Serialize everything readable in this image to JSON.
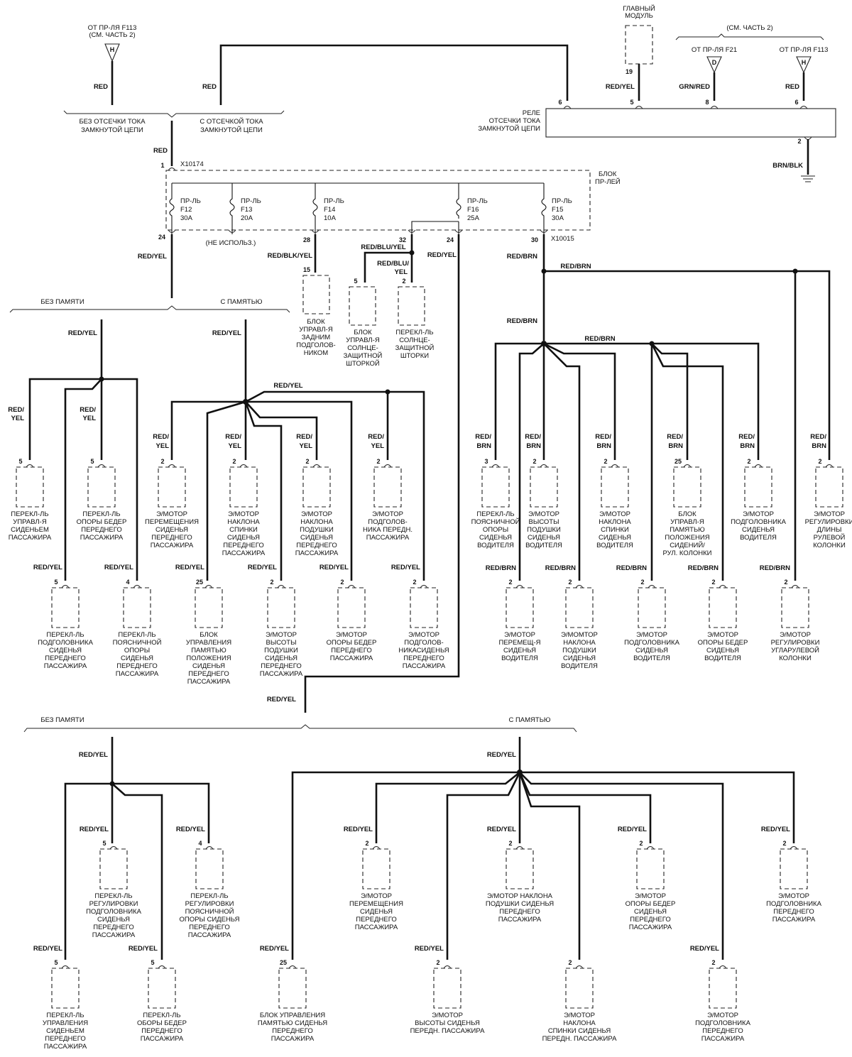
{
  "sources": {
    "left_h": {
      "line1": "ОТ ПР-ЛЯ F113",
      "line2": "(СМ. ЧАСТЬ 2)",
      "letter": "H"
    },
    "right_group_label": "(СМ. ЧАСТЬ 2)",
    "right_d": {
      "line1": "ОТ ПР-ЛЯ F21",
      "letter": "D"
    },
    "right_h": {
      "line1": "ОТ ПР-ЛЯ F113",
      "letter": "H"
    }
  },
  "main_module": {
    "line1": "ГЛАВНЫЙ",
    "line2": "МОДУЛЬ",
    "pin": "19"
  },
  "relay": {
    "line1": "РЕЛЕ",
    "line2": "ОТСЕЧКИ ТОКА",
    "line3": "ЗАМКНУТОЙ ЦЕПИ",
    "pins": [
      "6",
      "5",
      "8",
      "6"
    ],
    "ground_pin": "2",
    "ground_wire": "BRN/BLK"
  },
  "branch_top": {
    "left1": "БЕЗ ОТСЕЧКИ ТОКА",
    "left2": "ЗАМКНУТОЙ ЦЕПИ",
    "right1": "С ОТСЕЧКОЙ ТОКА",
    "right2": "ЗАМКНУТОЙ ЦЕПИ"
  },
  "fuse_block": {
    "title1": "БЛОК",
    "title2": "ПР-ЛЕЙ",
    "connector_in": "X10174",
    "pin_in": "1",
    "connector_out": "X10015",
    "not_used": "(НЕ ИСПОЛЬЗ.)",
    "fuse_prefix": "ПР-ЛЬ",
    "fuses": [
      {
        "name": "F12",
        "amps": "30A",
        "pin": "24"
      },
      {
        "name": "F13",
        "amps": "20A",
        "pin": ""
      },
      {
        "name": "F14",
        "amps": "10A",
        "pin": "28"
      },
      {
        "name": "F16",
        "amps": "25A",
        "pin": "32"
      },
      {
        "name": "F15",
        "amps": "30A",
        "pin": "30"
      }
    ],
    "extra_pin": "24"
  },
  "wires": {
    "red": "RED",
    "red_yel": "RED/YEL",
    "red_blk_yel": "RED/BLK/YEL",
    "red_blu_yel": "RED/BLU/YEL",
    "red_blu_yel_split1": "RED/BLU/",
    "red_blu_yel_split2": "YEL",
    "red_brn": "RED/BRN",
    "red_split": "RED/",
    "yel_split": "YEL",
    "brn_split": "BRN",
    "grn_red": "GRN/RED"
  },
  "groups": {
    "no_memory": "БЕЗ ПАМЯТИ",
    "with_memory": "С ПАМЯТЬЮ"
  },
  "comp": {
    "headrest_ctrl": {
      "pin": "15",
      "lines": [
        "БЛОК",
        "УПРАВЛ-Я",
        "ЗАДНИМ",
        "ПОДГОЛОВ-",
        "НИКОМ"
      ]
    },
    "sunshade_ctrl": {
      "pin": "5",
      "lines": [
        "БЛОК",
        "УПРАВЛ-Я",
        "СОЛНЦЕ-",
        "ЗАЩИТНОЙ",
        "ШТОРКОЙ"
      ]
    },
    "sunshade_sw": {
      "pin": "2",
      "lines": [
        "ПЕРЕКЛ-ЛЬ",
        "СОЛНЦЕ-",
        "ЗАЩИТНОЙ",
        "ШТОРКИ"
      ]
    },
    "a1": {
      "pin": "5",
      "lines": [
        "ПЕРЕКЛ-ЛЬ",
        "УПРАВЛ-Я",
        "СИДЕНЬЕМ",
        "ПАССАЖИРА"
      ]
    },
    "a2": {
      "pin": "5",
      "lines": [
        "ПЕРЕКЛ-ЛЬ",
        "ОПОРЫ БЕДЕР",
        "ПЕРЕДНЕГО",
        "ПАССАЖИРА"
      ]
    },
    "a3": {
      "pin": "5",
      "lines": [
        "ПЕРЕКЛ-ЛЬ",
        "ПОДГОЛОВНИКА",
        "СИДЕНЬЯ",
        "ПЕРЕДНЕГО",
        "ПАССАЖИРА"
      ]
    },
    "a4": {
      "pin": "4",
      "lines": [
        "ПЕРЕКЛ-ЛЬ",
        "ПОЯСНИЧНОЙ",
        "ОПОРЫ",
        "СИДЕНЬЯ",
        "ПЕРЕДНЕГО",
        "ПАССАЖИРА"
      ]
    },
    "b1": {
      "pin": "2",
      "lines": [
        "Э/МОТОР",
        "ПЕРЕМЕЩЕНИЯ",
        "СИДЕНЬЯ",
        "ПЕРЕДНЕГО",
        "ПАССАЖИРА"
      ]
    },
    "b2": {
      "pin": "2",
      "lines": [
        "Э/МОТОР",
        "НАКЛОНА",
        "СПИНКИ",
        "СИДЕНЬЯ",
        "ПЕРЕДНЕГО",
        "ПАССАЖИРА"
      ]
    },
    "b3": {
      "pin": "2",
      "lines": [
        "Э/МОТОР",
        "НАКЛОНА",
        "ПОДУШКИ",
        "СИДЕНЬЯ",
        "ПЕРЕДНЕГО",
        "ПАССАЖИРА"
      ]
    },
    "b4": {
      "pin": "2",
      "lines": [
        "Э/МОТОР",
        "ПОДГОЛОВ-",
        "НИКА ПЕРЕДН.",
        "ПАССАЖИРА"
      ]
    },
    "b5": {
      "pin": "25",
      "lines": [
        "БЛОК",
        "УПРАВЛЕНИЯ",
        "ПАМЯТЬЮ",
        "ПОЛОЖЕНИЯ",
        "СИДЕНЬЯ",
        "ПЕРЕДНЕГО",
        "ПАССАЖИРА"
      ]
    },
    "b6": {
      "pin": "2",
      "lines": [
        "Э/МОТОР",
        "ВЫСОТЫ",
        "ПОДУШКИ",
        "СИДЕНЬЯ",
        "ПЕРЕДНЕГО",
        "ПАССАЖИРА"
      ]
    },
    "b7": {
      "pin": "2",
      "lines": [
        "Э/МОТОР",
        "ОПОРЫ БЕДЕР",
        "ПЕРЕДНЕГО",
        "ПАССАЖИРА"
      ]
    },
    "b8": {
      "pin": "2",
      "lines": [
        "Э/МОТОР",
        "ПОДГОЛОВ-",
        "НИКАСИДЕНЬЯ",
        "ПЕРЕДНЕГО",
        "ПАССАЖИРА"
      ]
    },
    "c1": {
      "pin": "3",
      "lines": [
        "ПЕРЕКЛ-ЛЬ",
        "ПОЯСНИЧНОЙ",
        "ОПОРЫ",
        "СИДЕНЬЯ",
        "ВОДИТЕЛЯ"
      ]
    },
    "c2": {
      "pin": "2",
      "lines": [
        "Э/МОТОР",
        "ВЫСОТЫ",
        "ПОДУШКИ",
        "СИДЕНЬЯ",
        "ВОДИТЕЛЯ"
      ]
    },
    "c3": {
      "pin": "2",
      "lines": [
        "Э/МОТОР",
        "НАКЛОНА",
        "СПИНКИ",
        "СИДЕНЬЯ",
        "ВОДИТЕЛЯ"
      ]
    },
    "c4": {
      "pin": "25",
      "lines": [
        "БЛОК",
        "УПРАВЛ-Я",
        "ПАМЯТЬЮ",
        "ПОЛОЖЕНИЯ",
        "СИДЕНИЙ/",
        "РУЛ. КОЛОНКИ"
      ]
    },
    "c5": {
      "pin": "2",
      "lines": [
        "Э/МОТОР",
        "ПОДГОЛОВНИКА",
        "СИДЕНЬЯ",
        "ВОДИТЕЛЯ"
      ]
    },
    "c6": {
      "pin": "2",
      "lines": [
        "Э/МОТОР",
        "РЕГУЛИРОВКИ",
        "ДЛИНЫ",
        "РУЛЕВОЙ",
        "КОЛОНКИ"
      ]
    },
    "c7": {
      "pin": "2",
      "lines": [
        "Э/МОТОР",
        "ПЕРЕМЕЩ-Я",
        "СИДЕНЬЯ",
        "ВОДИТЕЛЯ"
      ]
    },
    "c8": {
      "pin": "2",
      "lines": [
        "Э/МОМТОР",
        "НАКЛОНА",
        "ПОДУШКИ",
        "СИДЕНЬЯ",
        "ВОДИТЕЛЯ"
      ]
    },
    "c9": {
      "pin": "2",
      "lines": [
        "Э/МОТОР",
        "ПОДГОЛОВНИКА",
        "СИДЕНЬЯ",
        "ВОДИТЕЛЯ"
      ]
    },
    "c10": {
      "pin": "2",
      "lines": [
        "Э/МОТОР",
        "ОПОРЫ БЕДЕР",
        "СИДЕНЬЯ",
        "ВОДИТЕЛЯ"
      ]
    },
    "c11": {
      "pin": "2",
      "lines": [
        "Э/МОТОР",
        "РЕГУЛИРОВКИ",
        "УГЛАРУЛЕВОЙ",
        "КОЛОНКИ"
      ]
    },
    "d1": {
      "pin": "5",
      "lines": [
        "ПЕРЕКЛ-ЛЬ",
        "РЕГУЛИРОВКИ",
        "ПОДГОЛОВНИКА",
        "СИДЕНЬЯ",
        "ПЕРЕДНЕГО",
        "ПАССАЖИРА"
      ]
    },
    "d2": {
      "pin": "4",
      "lines": [
        "ПЕРЕКЛ-ЛЬ",
        "РЕГУЛИРОВКИ",
        "ПОЯСНИЧНОЙ",
        "ОПОРЫ СИДЕНЬЯ",
        "ПЕРЕДНЕГО",
        "ПАССАЖИРА"
      ]
    },
    "d3": {
      "pin": "5",
      "lines": [
        "ПЕРЕКЛ-ЛЬ",
        "УПРАВЛЕНИЯ",
        "СИДЕНЬЕМ",
        "ПЕРЕДНЕГО",
        "ПАССАЖИРА"
      ]
    },
    "d4": {
      "pin": "5",
      "lines": [
        "ПЕРЕКЛ-ЛЬ",
        "ОБОРЫ БЕДЕР",
        "ПЕРЕДНЕГО",
        "ПАССАЖИРА"
      ]
    },
    "e1": {
      "pin": "2",
      "lines": [
        "Э/МОТОР",
        "ПЕРЕМЕЩЕНИЯ",
        "СИДЕНЬЯ",
        "ПЕРЕДНЕГО",
        "ПАССАЖИРА"
      ]
    },
    "e2": {
      "pin": "2",
      "lines": [
        "Э/МОТОР НАКЛОНА",
        "ПОДУШКИ СИДЕНЬЯ",
        "ПЕРЕДНЕГО",
        "ПАССАЖИРА"
      ]
    },
    "e3": {
      "pin": "2",
      "lines": [
        "Э/МОТОР",
        "ОПОРЫ БЕДЕР",
        "СИДЕНЬЯ",
        "ПЕРЕДНЕГО",
        "ПАССАЖИРА"
      ]
    },
    "e4": {
      "pin": "2",
      "lines": [
        "Э/МОТОР",
        "ПОДГОЛОВНИКА",
        "ПЕРЕДНЕГО",
        "ПАССАЖИРА"
      ]
    },
    "e5": {
      "pin": "25",
      "lines": [
        "БЛОК УПРАВЛЕНИЯ",
        "ПАМЯТЬЮ СИДЕНЬЯ",
        "ПЕРЕДНЕГО",
        "ПАССАЖИРА"
      ]
    },
    "e6": {
      "pin": "2",
      "lines": [
        "Э/МОТОР",
        "ВЫСОТЫ СИДЕНЬЯ",
        "ПЕРЕДН. ПАССАЖИРА"
      ]
    },
    "e7": {
      "pin": "2",
      "lines": [
        "Э/МОТОР",
        "НАКЛОНА",
        "СПИНКИ СИДЕНЬЯ",
        "ПЕРЕДН. ПАССАЖИРА"
      ]
    },
    "e8": {
      "pin": "2",
      "lines": [
        "Э/МОТОР",
        "ПОДГОЛОВНИКА",
        "ПЕРЕДНЕГО",
        "ПАССАЖИРА"
      ]
    }
  }
}
